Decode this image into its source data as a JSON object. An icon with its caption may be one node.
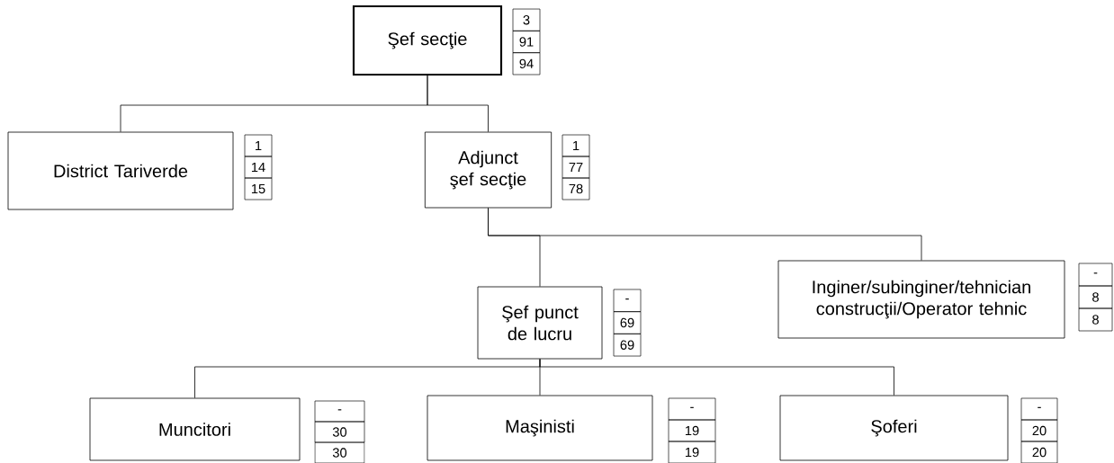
{
  "diagram": {
    "nodes": [
      {
        "text": [
          "Şef secţie"
        ],
        "beside": [
          "3",
          "91",
          "94"
        ]
      },
      {
        "text": [
          "District Tariverde"
        ],
        "beside": [
          "1",
          "14",
          "15"
        ]
      },
      {
        "text": [
          "Adjunct şef secţie"
        ],
        "beside": [
          "1",
          "77",
          "78"
        ]
      },
      {
        "text": [
          "Şef punct de lucru"
        ],
        "beside": [
          "-",
          "69",
          "69"
        ]
      },
      {
        "text": [
          "Inginer/subinginer/tehnician construcţii/Operator tehnic"
        ],
        "beside": [
          "-",
          "8",
          "8"
        ]
      },
      {
        "text": [
          "Muncitori"
        ],
        "beside": [
          "-",
          "30",
          "30"
        ]
      },
      {
        "text": [
          "Maşinisti"
        ],
        "beside": [
          "-",
          "19",
          "19"
        ]
      },
      {
        "text": [
          "Şoferi"
        ],
        "beside": [
          "-",
          "20",
          "20"
        ]
      }
    ],
    "edges": [
      {
        "from": 0,
        "to": 1,
        "arrow": "none"
      },
      {
        "from": 0,
        "to": 2,
        "arrow": "none"
      },
      {
        "from": 2,
        "to": 3,
        "arrow": "none"
      },
      {
        "from": 2,
        "to": 4,
        "arrow": "none"
      },
      {
        "from": 3,
        "to": 5,
        "arrow": "none"
      },
      {
        "from": 3,
        "to": 6,
        "arrow": "none"
      },
      {
        "from": 3,
        "to": 7,
        "arrow": "none"
      }
    ]
  }
}
